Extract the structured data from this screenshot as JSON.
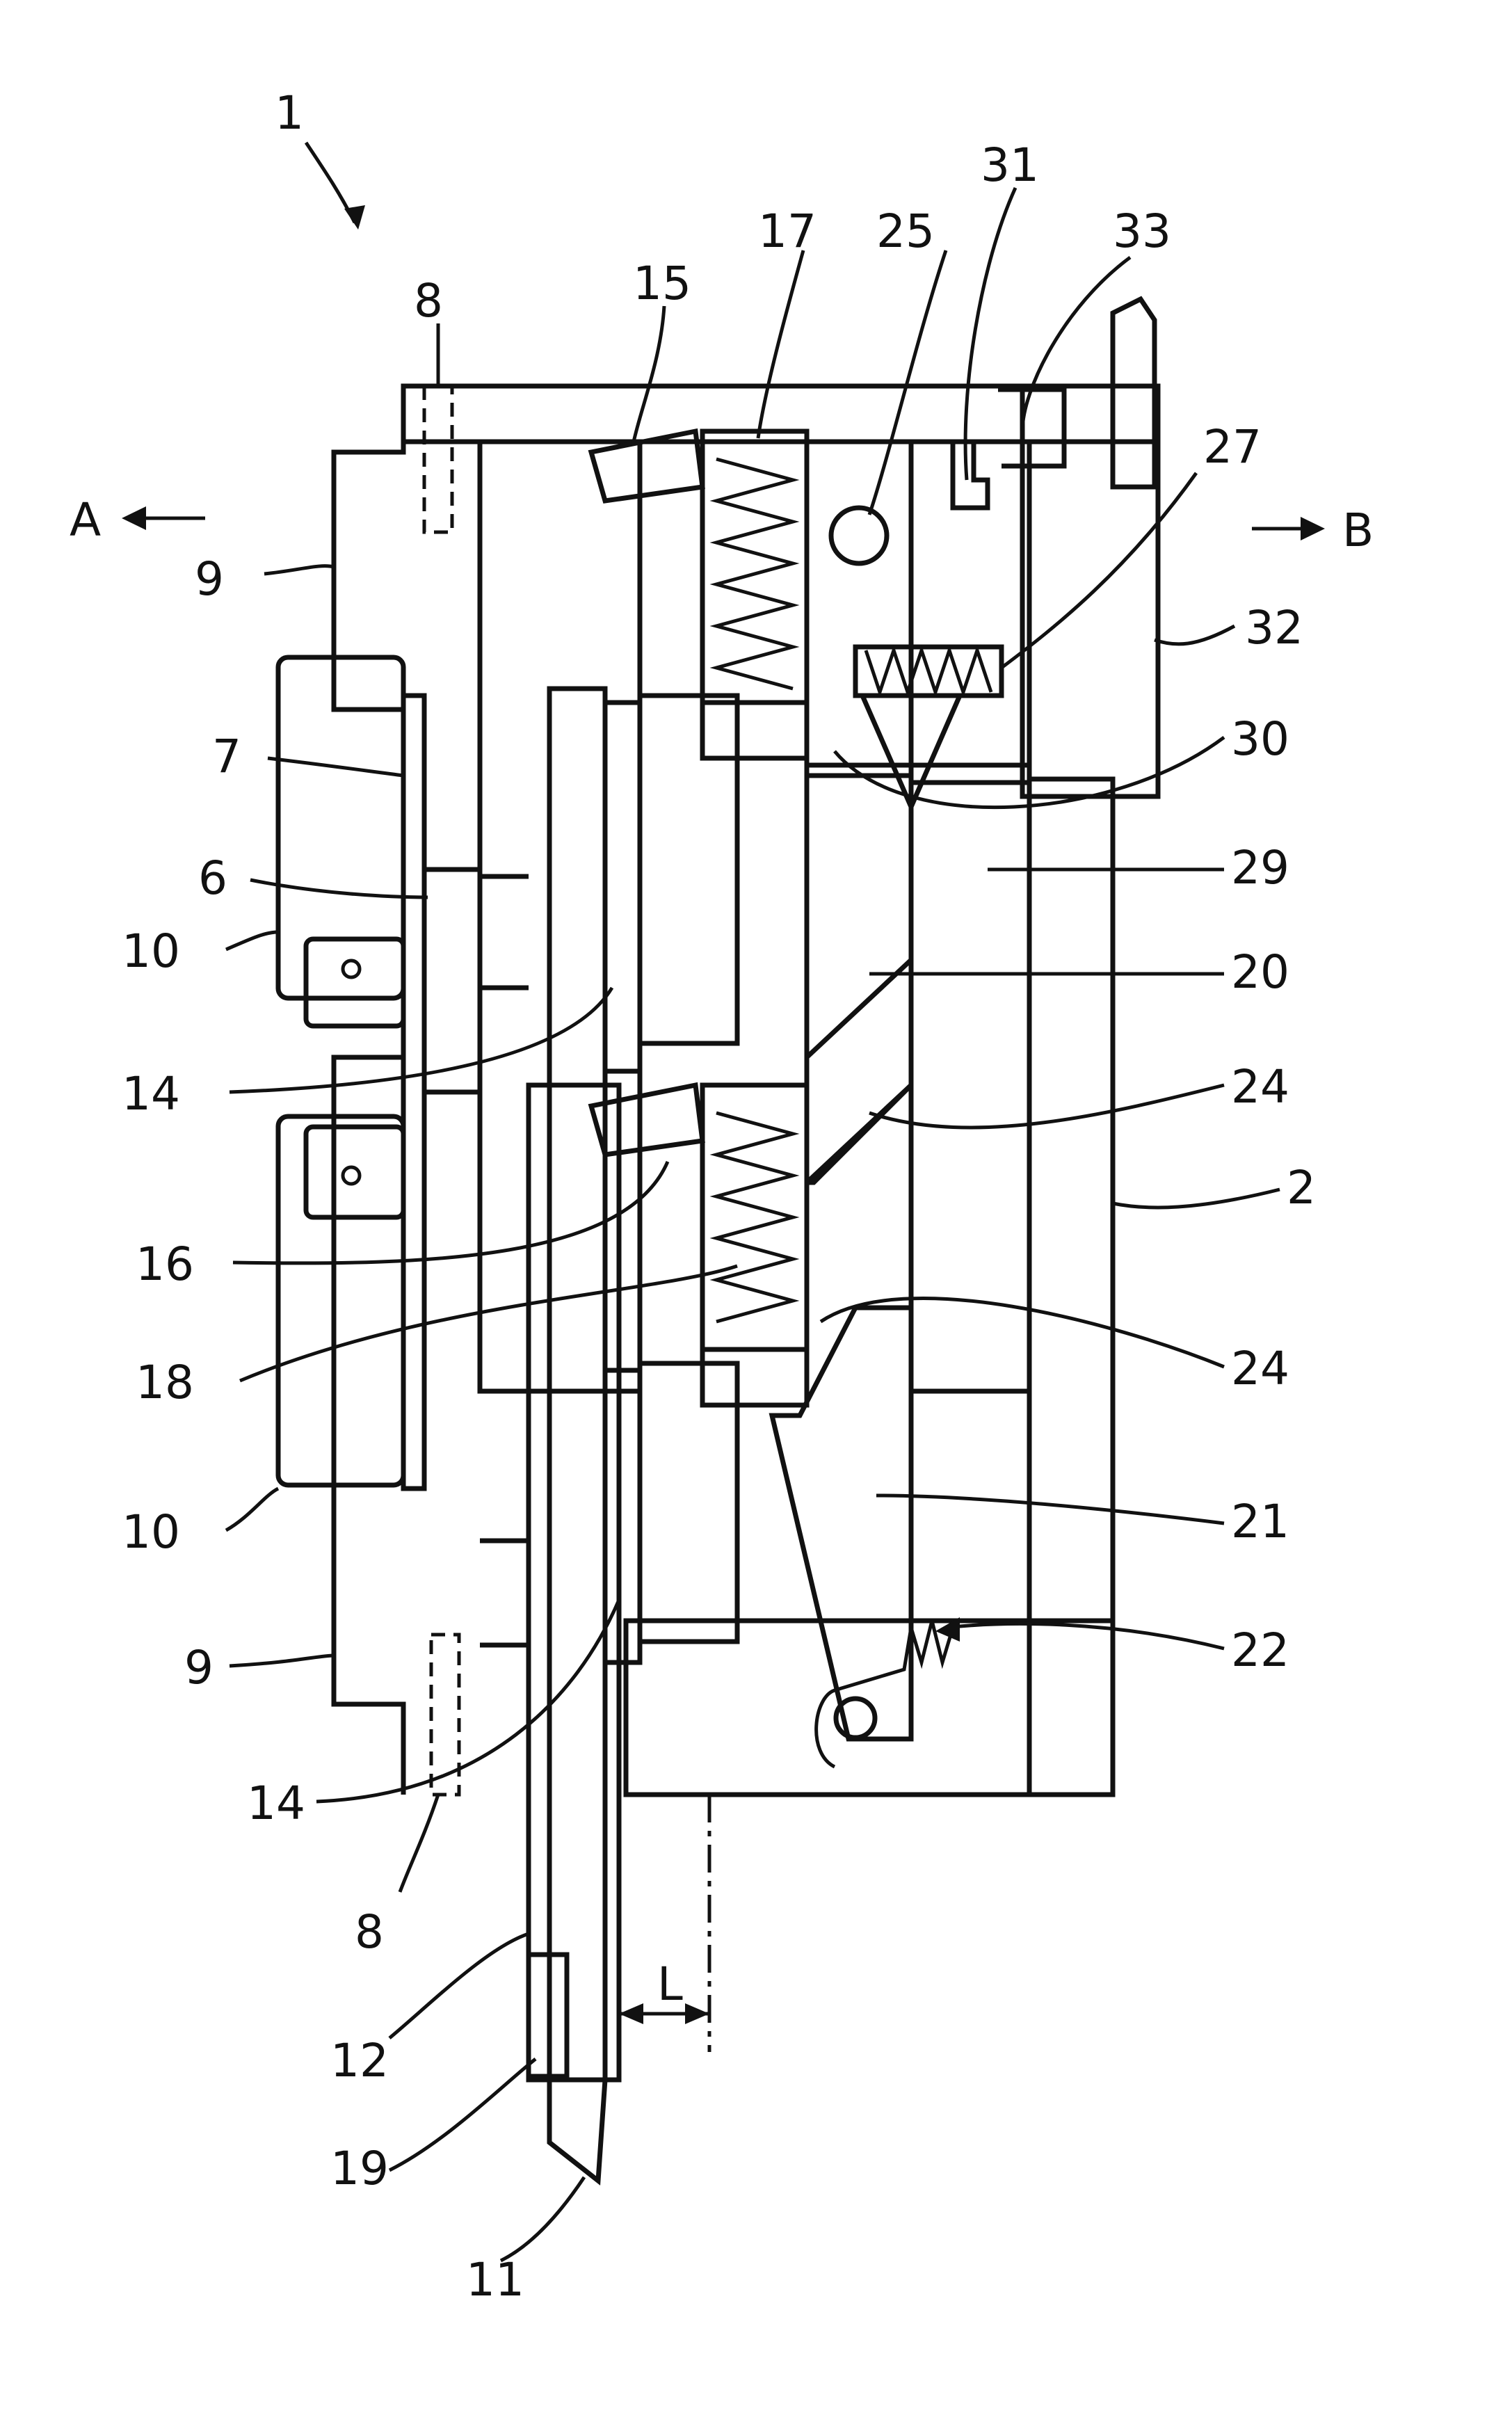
{
  "labels": {
    "n1": "1",
    "n2": "2",
    "n6": "6",
    "n7": "7",
    "n8a": "8",
    "n8b": "8",
    "n9a": "9",
    "n9b": "9",
    "n10a": "10",
    "n10b": "10",
    "n11": "11",
    "n12": "12",
    "n14a": "14",
    "n14b": "14",
    "n15": "15",
    "n16": "16",
    "n17": "17",
    "n18": "18",
    "n19": "19",
    "n20": "20",
    "n21": "21",
    "n22": "22",
    "n24a": "24",
    "n24b": "24",
    "n25": "25",
    "n27": "27",
    "n29": "29",
    "n30": "30",
    "n31": "31",
    "n32": "32",
    "n33": "33",
    "dir_a": "A",
    "dir_b": "B",
    "dim_l": "L"
  }
}
